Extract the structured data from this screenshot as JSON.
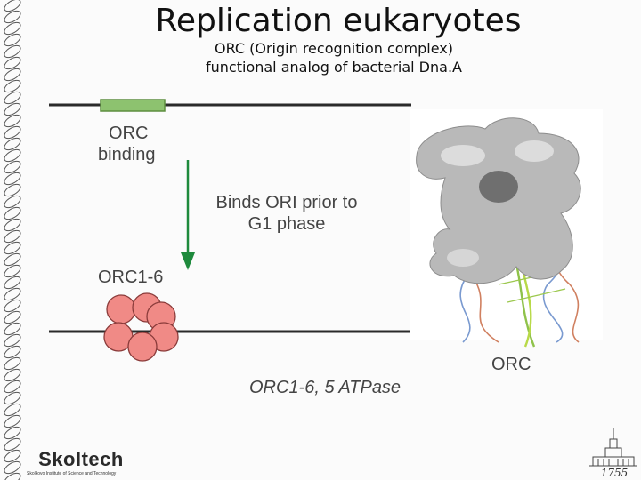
{
  "slide": {
    "title": "Replication eukaryotes",
    "subtitle_line1": "ORC (Origin recognition complex)",
    "subtitle_line2": "functional analog of bacterial Dna.A"
  },
  "diagram": {
    "orc_binding_line1": "ORC",
    "orc_binding_line2": "binding",
    "binds_line1": "Binds ORI prior to",
    "binds_line2": "G1 phase",
    "orc16_label": "ORC1-6",
    "orc16_atpase": "ORC1-6, 5 ATPase",
    "structure_label": "ORC"
  },
  "logo": {
    "name": "Skoltech",
    "tagline": "Skolkovo Institute of Science and Technology"
  },
  "crest": {
    "year": "1755"
  },
  "colors": {
    "binding_site": "#8dc26f",
    "arrow": "#1e8a3c",
    "orc_subunit": "#f08a86",
    "dna_line": "#2a2a2a"
  }
}
